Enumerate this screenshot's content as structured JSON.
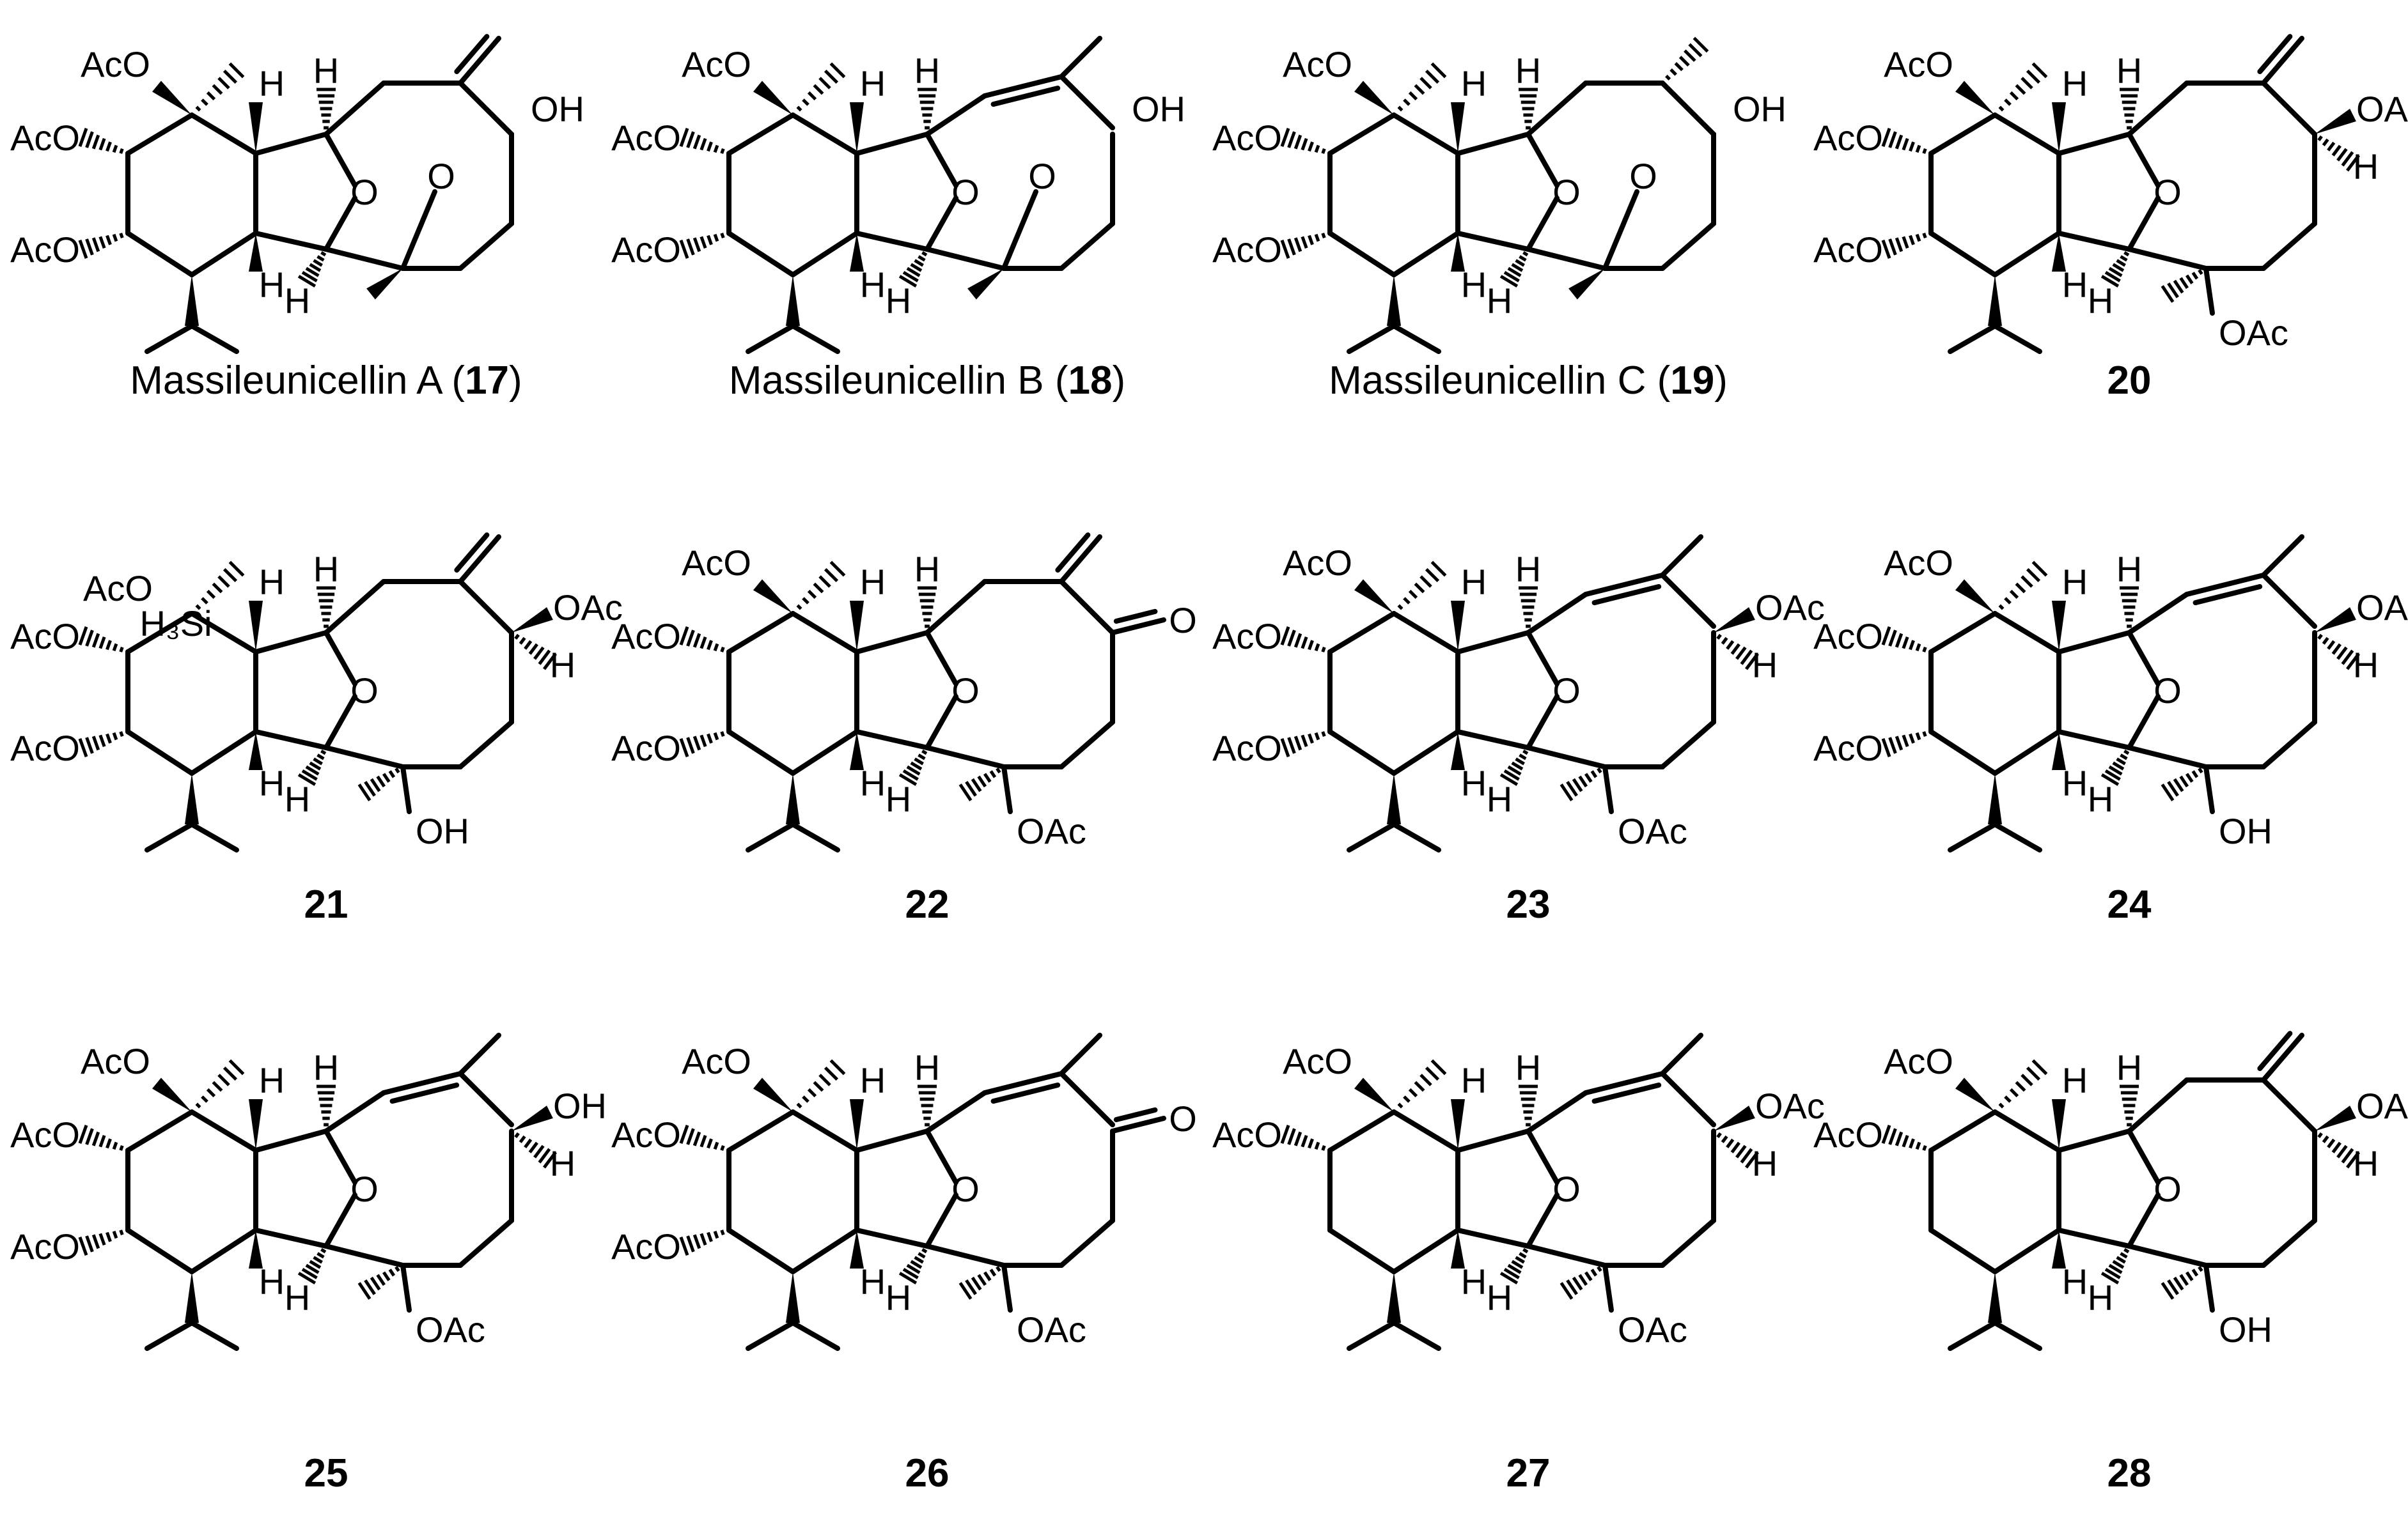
{
  "figure": {
    "compounds": [
      {
        "id": "c17",
        "name": "Massileunicellin A",
        "number": "17",
        "variant": "ring-A"
      },
      {
        "id": "c18",
        "name": "Massileunicellin B",
        "number": "18",
        "variant": "ring-B"
      },
      {
        "id": "c19",
        "name": "Massileunicellin C",
        "number": "19",
        "variant": "ring-C"
      },
      {
        "id": "c20",
        "name": "",
        "number": "20",
        "variant": "exo-diOAc"
      },
      {
        "id": "c21",
        "name": "",
        "number": "21",
        "variant": "exo-OH-Si"
      },
      {
        "id": "c22",
        "name": "",
        "number": "22",
        "variant": "exo-ketone"
      },
      {
        "id": "c23",
        "name": "",
        "number": "23",
        "variant": "ene-diOAc"
      },
      {
        "id": "c24",
        "name": "",
        "number": "24",
        "variant": "ene-OH"
      },
      {
        "id": "c25",
        "name": "",
        "number": "25",
        "variant": "ene-OH-top"
      },
      {
        "id": "c26",
        "name": "",
        "number": "26",
        "variant": "ene-ketone"
      },
      {
        "id": "c27",
        "name": "",
        "number": "27",
        "variant": "ene-diOAc-noOAc3"
      },
      {
        "id": "c28",
        "name": "",
        "number": "28",
        "variant": "exo-OH-noOAc3"
      }
    ],
    "atom_labels": {
      "acetoxy": "AcO",
      "acetoxy_right": "OAc",
      "hydroxy": "OH",
      "hydrogen": "H",
      "oxygen": "O",
      "silyl": "H3Si",
      "silyl_html": "H₃Si"
    }
  }
}
